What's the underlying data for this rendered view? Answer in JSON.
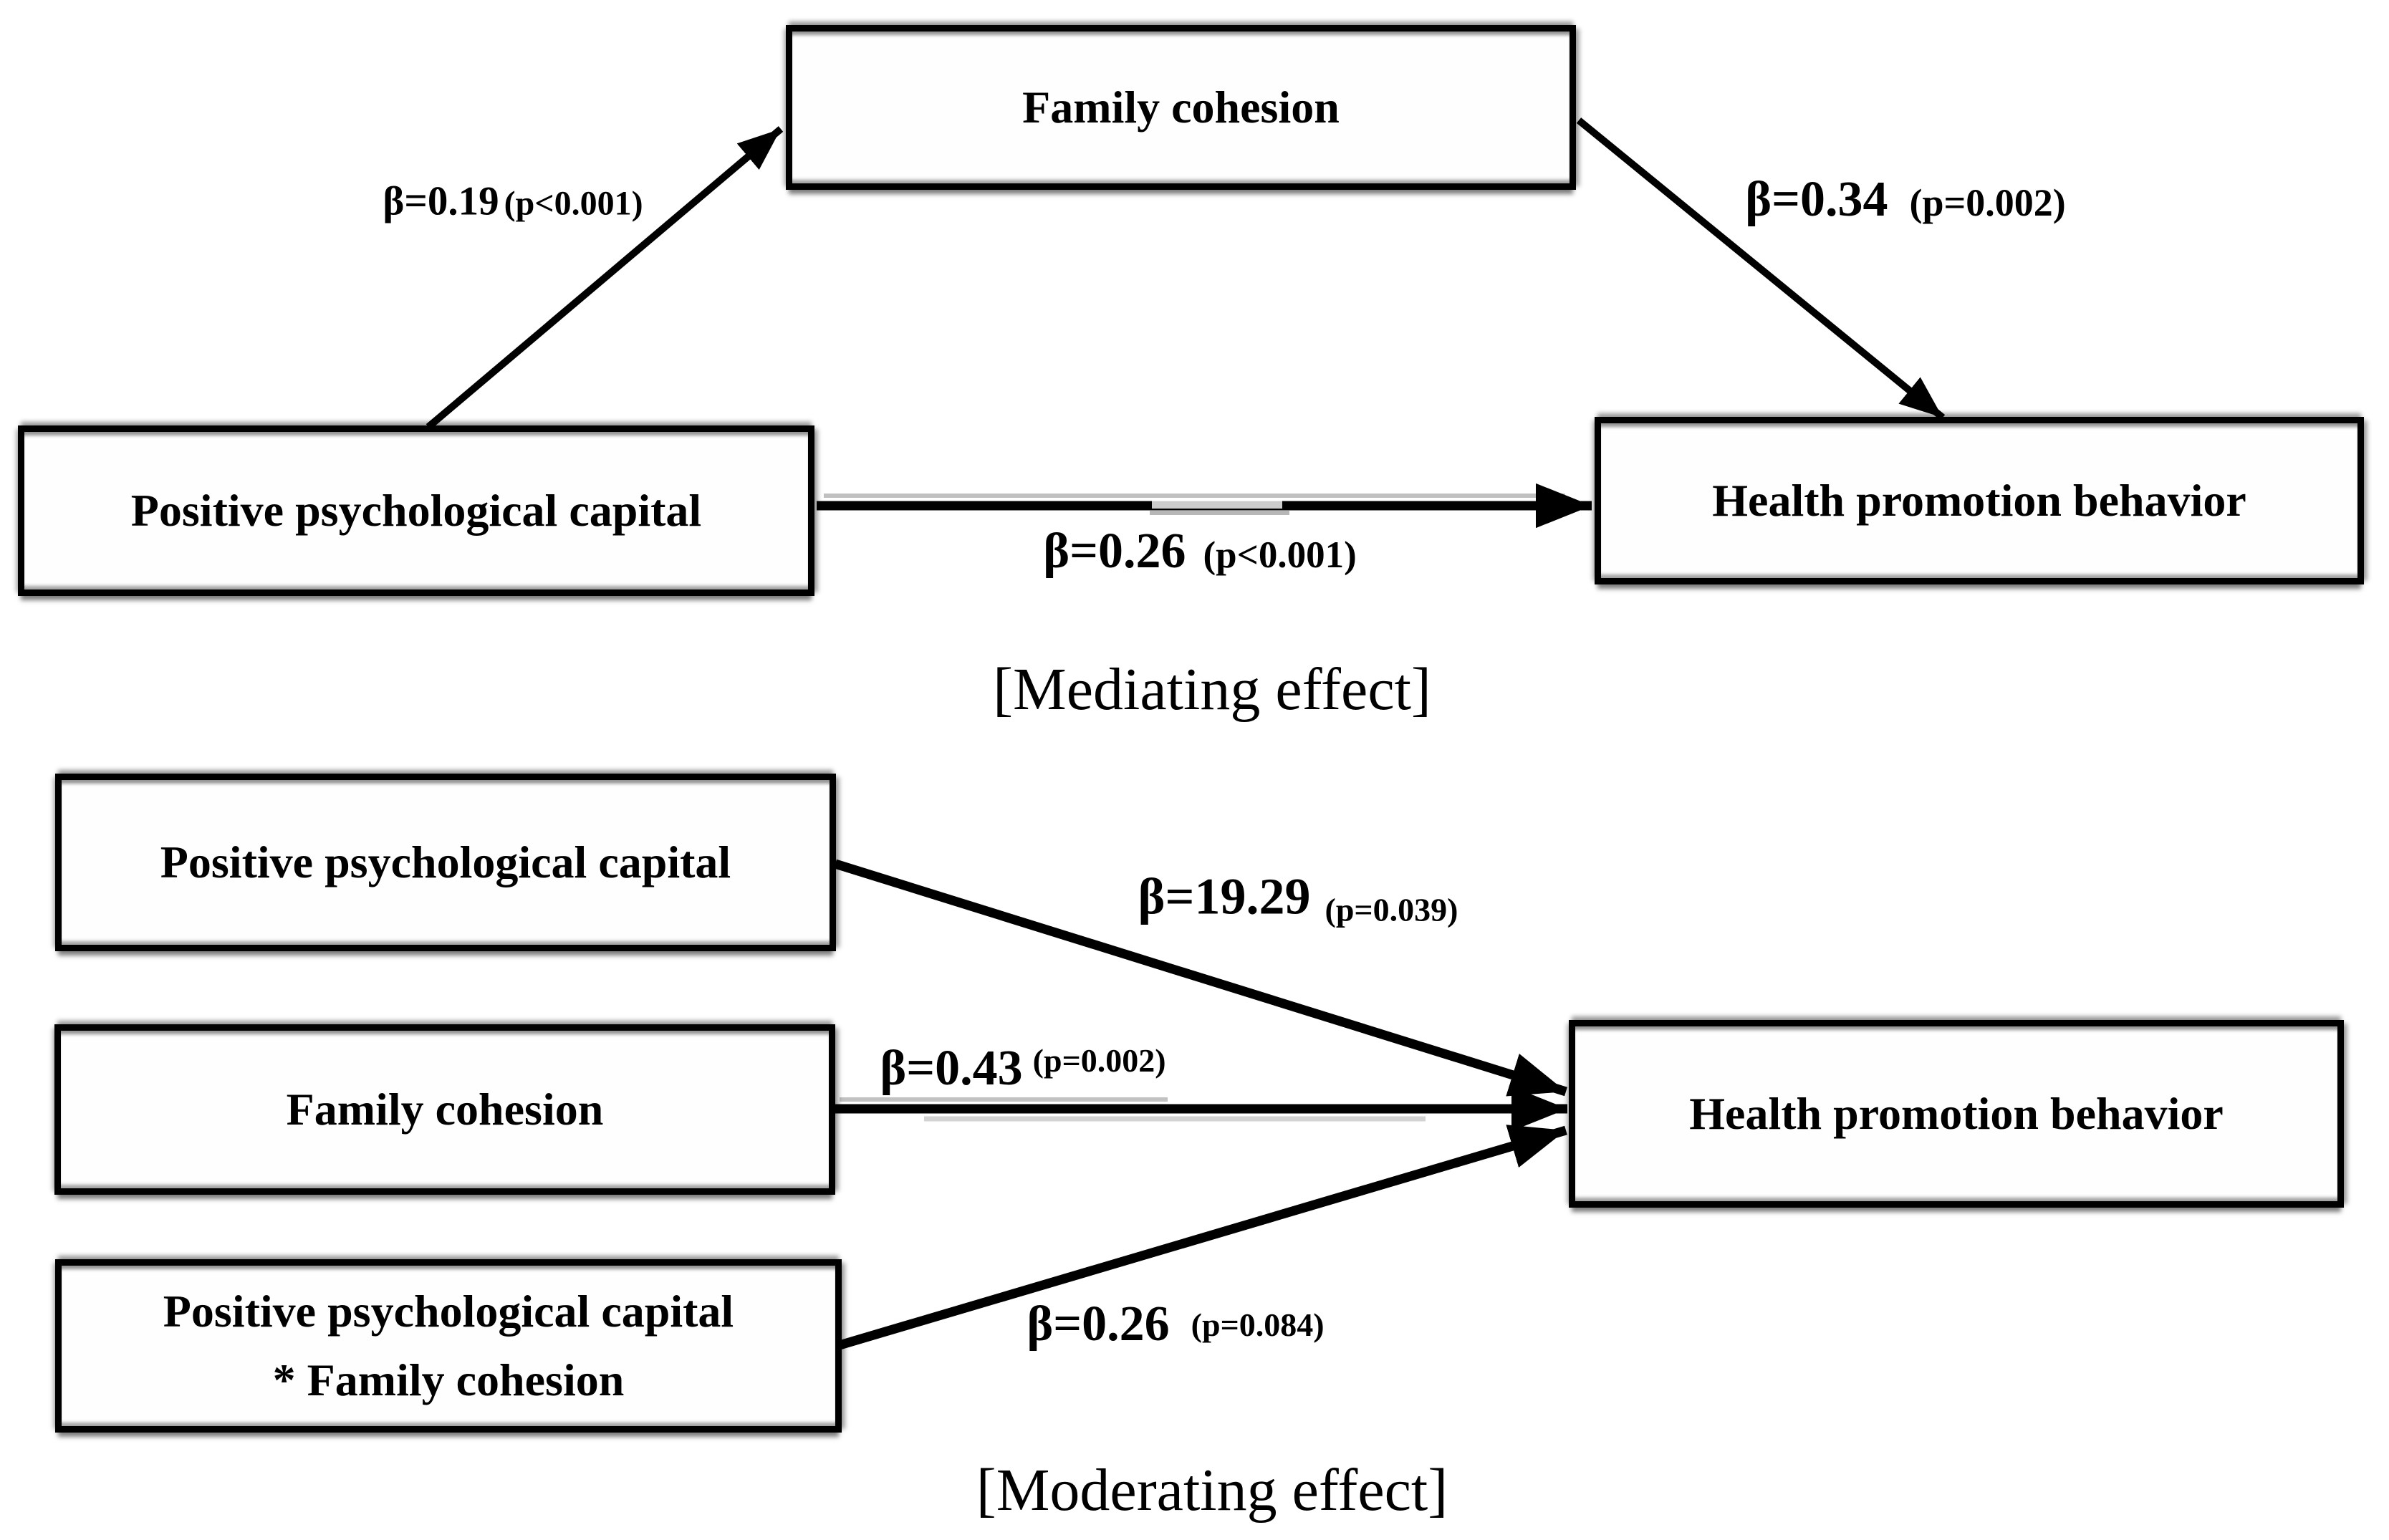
{
  "colors": {
    "ink": "#000000",
    "paper": "#ffffff"
  },
  "mediating": {
    "caption": "[Mediating effect]",
    "boxes": {
      "positive_psychological_capital": "Positive psychological capital",
      "family_cohesion": "Family cohesion",
      "health_promotion_behavior": "Health promotion behavior"
    },
    "paths": {
      "ppc_to_family_cohesion": {
        "beta": "β=0.19",
        "p": "(p<0.001)"
      },
      "family_cohesion_to_hpb": {
        "beta": "β=0.34",
        "p": "(p=0.002)"
      },
      "ppc_to_hpb": {
        "beta": "β=0.26",
        "p": "(p<0.001)"
      }
    }
  },
  "moderating": {
    "caption": "[Moderating effect]",
    "boxes": {
      "positive_psychological_capital": "Positive psychological capital",
      "family_cohesion": "Family cohesion",
      "interaction_line1": "Positive psychological capital",
      "interaction_line2": "* Family cohesion",
      "health_promotion_behavior": "Health promotion behavior"
    },
    "paths": {
      "ppc_to_hpb": {
        "beta": "β=19.29",
        "p": "(p=0.039)"
      },
      "family_cohesion_to_hpb": {
        "beta": "β=0.43",
        "p": "(p=0.002)"
      },
      "interaction_to_hpb": {
        "beta": "β=0.26",
        "p": "(p=0.084)"
      }
    }
  }
}
